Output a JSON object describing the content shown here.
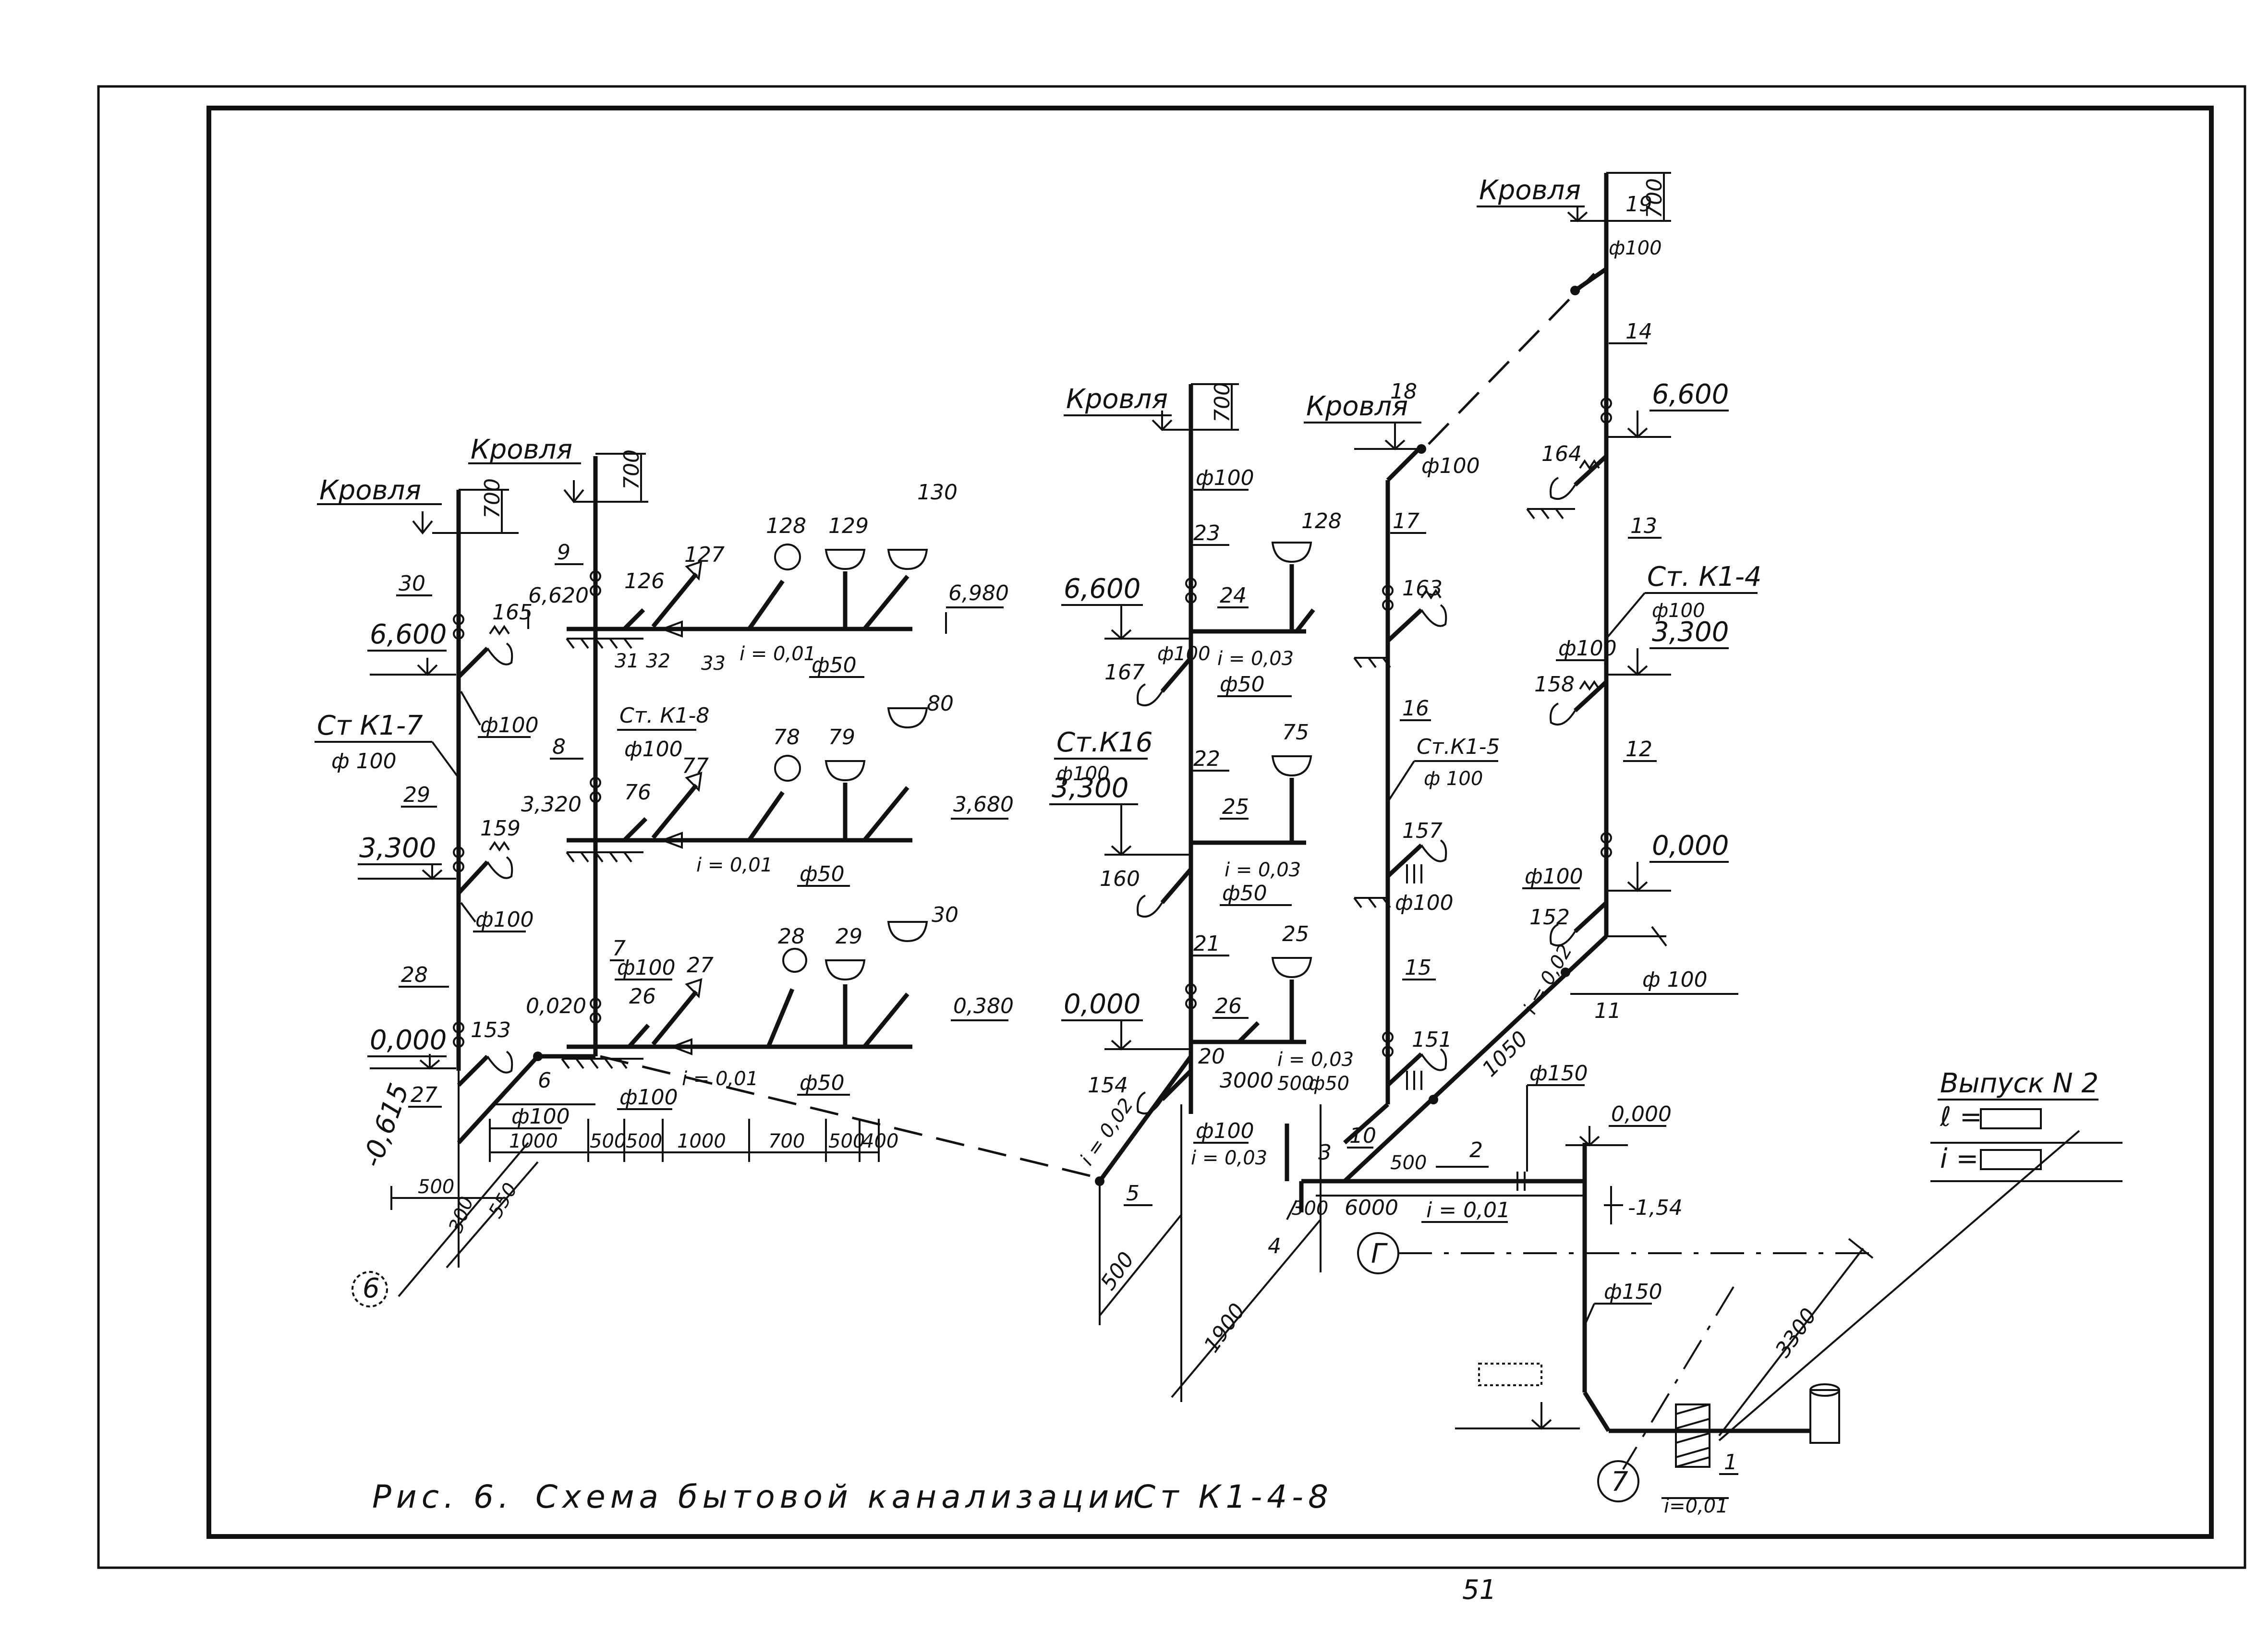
{
  "caption": {
    "fig": "Рис. 6.",
    "title": "Схема бытовой канализации",
    "risers": "Ст К1-4-8"
  },
  "page_number": "51",
  "roof_label": "Кровля",
  "vent_height": "700",
  "level_labels": {
    "l_6600_a": "6,600",
    "l_3300_a": "3,300",
    "l_0000_a": "0,000",
    "l_neg0615": "-0,615",
    "l_6620": "6,620",
    "l_3320": "3,320",
    "l_0020": "0,020",
    "l_6980": "6,980",
    "l_3680": "3,680",
    "l_0380": "0,380",
    "l_6600_b": "6,600",
    "l_3300_b": "3,300",
    "l_0000_b": "0,000",
    "l_6600_c": "6,600",
    "l_3300_c": "3,300",
    "l_0000_c": "0,000",
    "l_0000_d": "0,000",
    "l_neg154": "-1,54"
  },
  "riser_labels": {
    "k7": "Ст К1-7",
    "k8": "Ст. К1-8",
    "k6": "Ст.К16",
    "k5": "Ст.К1-5",
    "k4": "Ст. К1-4"
  },
  "diameters": {
    "d100": "ф100",
    "d50": "ф50",
    "d150": "ф150",
    "d100_sp": "ф 100"
  },
  "slopes": {
    "s001": "i = 0,01",
    "s003": "i = 0,03",
    "s002": "i = 0,02",
    "s001_short": "i=0,01"
  },
  "dims": {
    "d500": "500",
    "d550": "550",
    "d300": "300",
    "d1000": "1000",
    "d700": "700",
    "d400": "400",
    "d3000": "3000",
    "d1050": "1050",
    "d6000": "6000",
    "d1900": "1900",
    "d3300": "3300"
  },
  "node_numbers": {
    "n1": "1",
    "n2": "2",
    "n3": "3",
    "n4": "4",
    "n5": "5",
    "n6": "6",
    "n7": "7",
    "n8": "8",
    "n9": "9",
    "n10": "10",
    "n11": "11",
    "n12": "12",
    "n13": "13",
    "n14": "14",
    "n15": "15",
    "n16": "16",
    "n17": "17",
    "n18": "18",
    "n19": "19",
    "n20": "20",
    "n21": "21",
    "n22": "22",
    "n23": "23",
    "n24": "24",
    "n25": "25",
    "n26": "26",
    "n27": "27",
    "n28": "28",
    "n29": "29",
    "n30": "30",
    "n31": "31",
    "n32": "32",
    "n33": "33"
  },
  "fixture_numbers": {
    "f25": "25",
    "f26": "26",
    "f27": "27",
    "f28": "28",
    "f29": "29",
    "f30": "30",
    "f75": "75",
    "f76": "76",
    "f77": "77",
    "f78": "78",
    "f79": "79",
    "f80": "80",
    "f126": "126",
    "f127": "127",
    "f128": "128",
    "f129": "129",
    "f130": "130",
    "f151": "151",
    "f152": "152",
    "f153": "153",
    "f154": "154",
    "f157": "157",
    "f158": "158",
    "f159": "159",
    "f160": "160",
    "f163": "163",
    "f164": "164",
    "f165": "165",
    "f167": "167"
  },
  "axes": {
    "a6": "6",
    "a7": "7",
    "ag": "Г"
  },
  "outlet": {
    "title": "Выпуск N 2",
    "l_label": "ℓ =",
    "i_label": "i ="
  }
}
